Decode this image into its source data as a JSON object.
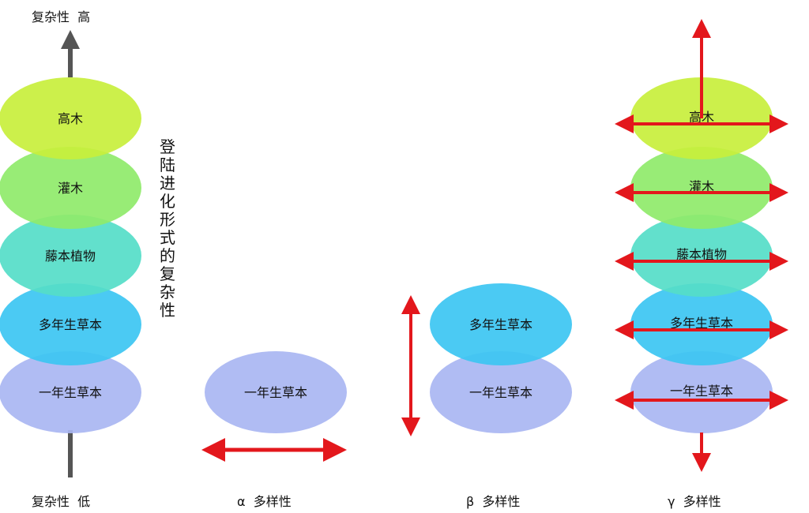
{
  "colors": {
    "tree": "#c8ef3c",
    "shrub": "#8fea6a",
    "vine": "#55ddc8",
    "perennial": "#3cc6f2",
    "annual": "#a9b6f2",
    "arrow_red": "#e3171c",
    "arrow_gray": "#555555"
  },
  "axis": {
    "top_label": "复杂性  高",
    "bottom_label": "复杂性  低"
  },
  "vertical_caption": [
    "登",
    "陆",
    "进",
    "化",
    "形",
    "式",
    "的",
    "复",
    "杂",
    "性"
  ],
  "layers": {
    "tree": "高木",
    "shrub": "灌木",
    "vine": "藤本植物",
    "perennial": "多年生草本",
    "annual": "一年生草本"
  },
  "captions": {
    "alpha": "α  多样性",
    "beta": "β  多样性",
    "gamma": "γ  多样性"
  }
}
